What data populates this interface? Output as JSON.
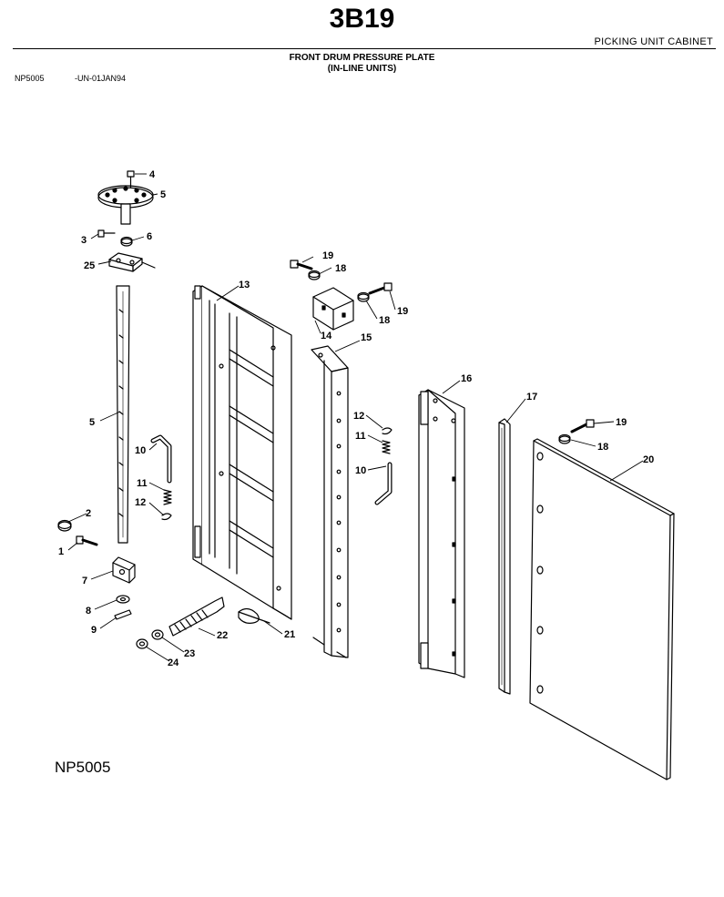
{
  "header": {
    "page_code": "3B19",
    "section_name": "PICKING UNIT CABINET",
    "title_line1": "FRONT DRUM PRESSURE PLATE",
    "title_line2": "(IN-LINE UNITS)",
    "ref_id": "NP5005",
    "ref_date": "-UN-01JAN94"
  },
  "figure": {
    "id": "NP5005"
  },
  "callouts": {
    "c1": "1",
    "c2": "2",
    "c3": "3",
    "c4": "4",
    "c5a": "5",
    "c5b": "5",
    "c6": "6",
    "c7": "7",
    "c8": "8",
    "c9": "9",
    "c10a": "10",
    "c10b": "10",
    "c11a": "11",
    "c11b": "11",
    "c12a": "12",
    "c12b": "12",
    "c13": "13",
    "c14": "14",
    "c15": "15",
    "c16": "16",
    "c17": "17",
    "c18a": "18",
    "c18b": "18",
    "c18c": "18",
    "c19a": "19",
    "c19b": "19",
    "c19c": "19",
    "c20": "20",
    "c21": "21",
    "c22": "22",
    "c23": "23",
    "c24": "24",
    "c25": "25"
  }
}
